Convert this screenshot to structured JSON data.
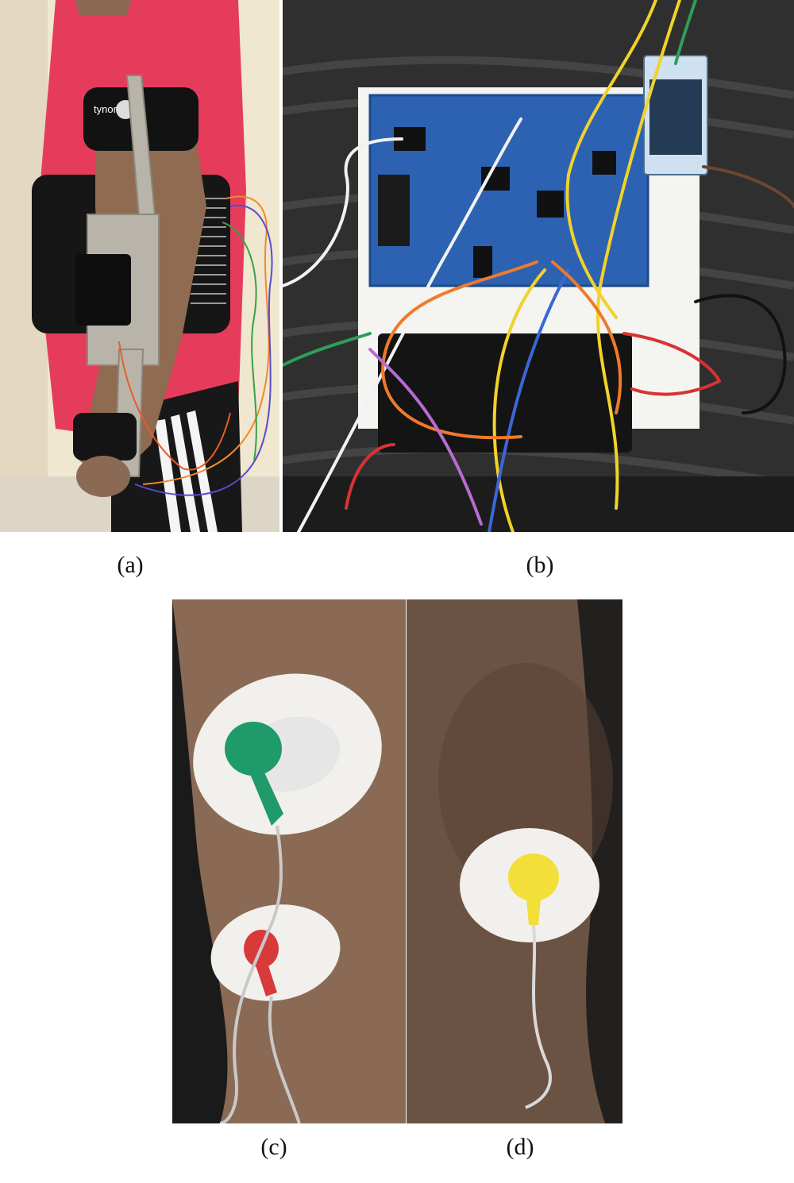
{
  "figure": {
    "panels": [
      {
        "id": "a",
        "caption": "(a)",
        "subject": "person-wearing-elbow-exoskeleton"
      },
      {
        "id": "b",
        "caption": "(b)",
        "subject": "arduino-ecg-shield-breadboard-wiring"
      },
      {
        "id": "c",
        "caption": "(c)",
        "subject": "green-and-red-ecg-electrodes-on-arm"
      },
      {
        "id": "d",
        "caption": "(d)",
        "subject": "yellow-ecg-electrode-on-arm"
      }
    ],
    "brace_logo_text": "tynor",
    "colors": {
      "shirt": "#e63c5c",
      "strap": "#161616",
      "wall": "#efe7cf",
      "aluminium": "#b9b4aa",
      "pcb": "#2d62b2",
      "fabric": "#3a3a3a",
      "skin_c": "#8a6a55",
      "skin_d": "#6b5344",
      "electrode": "#f2f0ec",
      "snap_green": "#1f9a6a",
      "snap_red": "#d83a3a",
      "snap_yellow": "#f2df3a"
    }
  }
}
